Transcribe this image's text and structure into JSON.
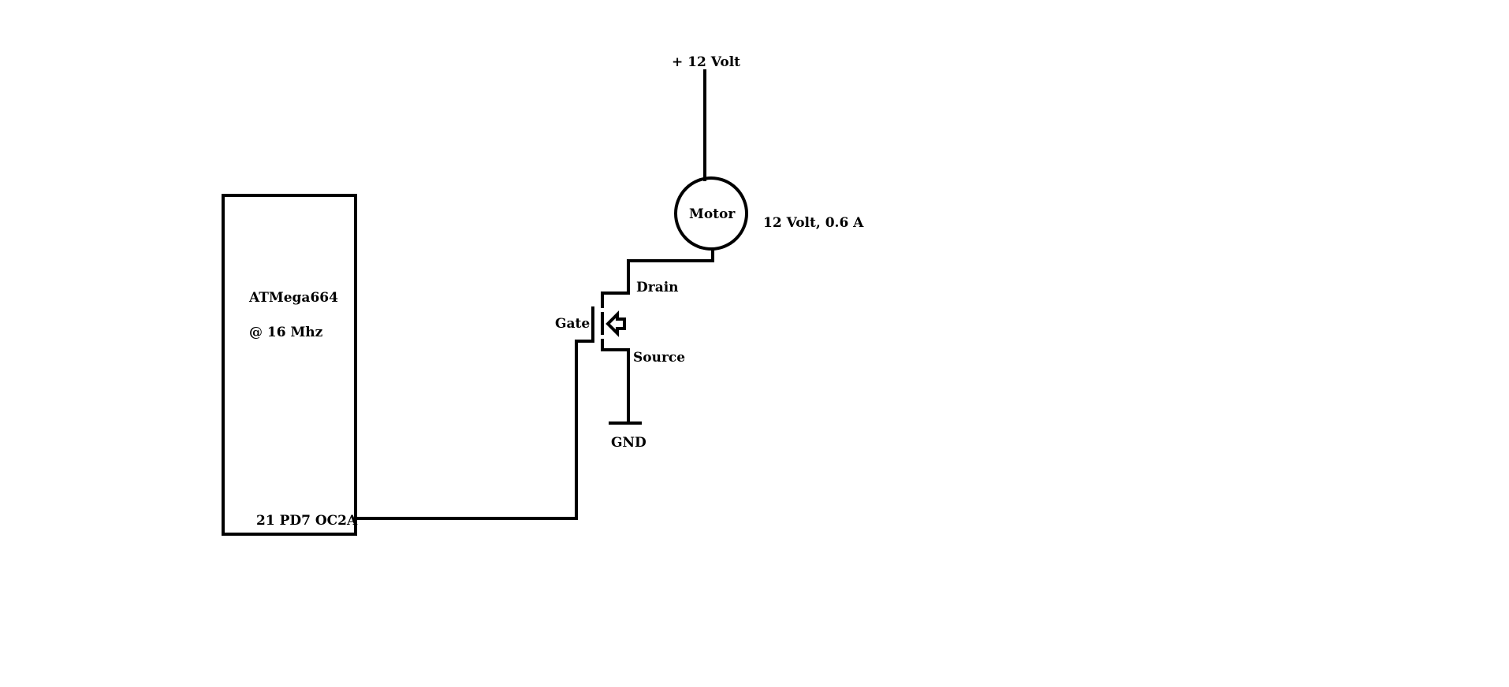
{
  "colors": {
    "background": "#ffffff",
    "ink": "#000000"
  },
  "labels": {
    "supply": "+ 12 Volt",
    "motor": "Motor",
    "motor_rating": "12 Volt, 0.6 A",
    "drain": "Drain",
    "gate": "Gate",
    "source": "Source",
    "ground": "GND",
    "mcu_name": "ATMega664",
    "mcu_clock": "@ 16 Mhz",
    "mcu_pin": "21 PD7 OC2A"
  }
}
